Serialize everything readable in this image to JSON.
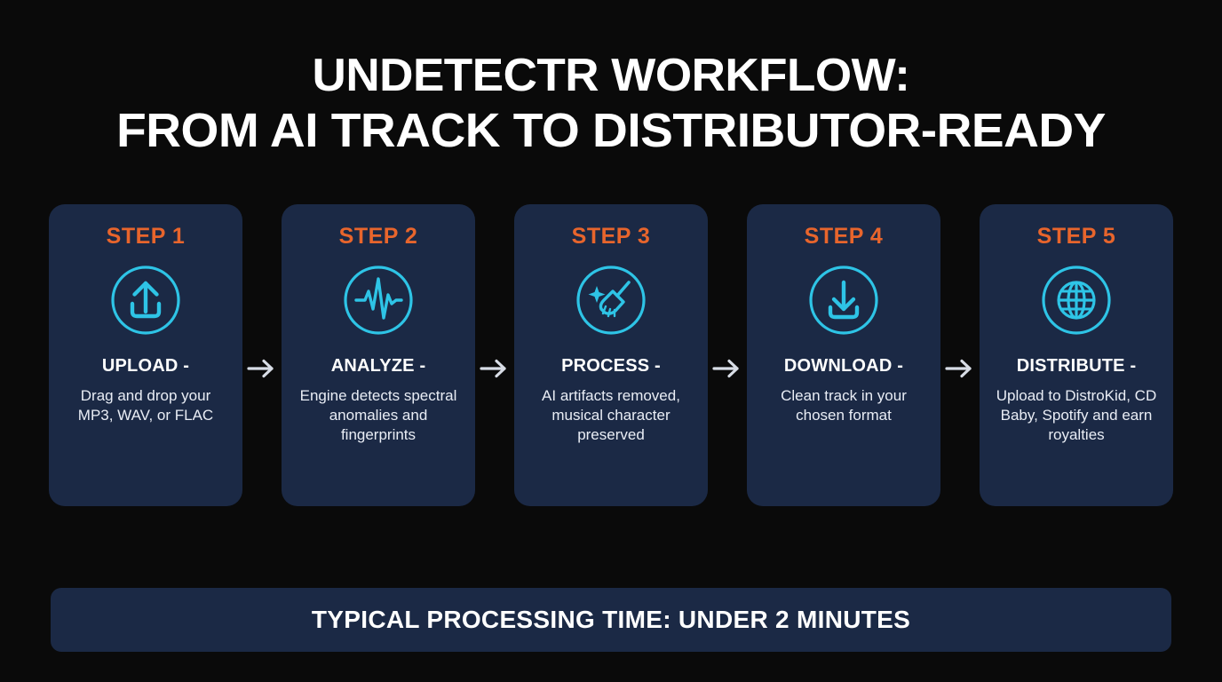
{
  "background_color": "#0a0a0a",
  "card_color": "#1b2945",
  "accent_orange": "#e8652c",
  "accent_cyan": "#2ec4e6",
  "title": {
    "line1": "UNDETECTR WORKFLOW:",
    "line2": "FROM AI TRACK TO DISTRIBUTOR-READY"
  },
  "steps": [
    {
      "step_label": "STEP 1",
      "icon": "upload-icon",
      "heading": "UPLOAD -",
      "description": "Drag and drop your MP3, WAV, or FLAC"
    },
    {
      "step_label": "STEP 2",
      "icon": "waveform-pulse-icon",
      "heading": "ANALYZE -",
      "description": "Engine detects spectral anomalies and fingerprints"
    },
    {
      "step_label": "STEP 3",
      "icon": "broom-sparkle-icon",
      "heading": "PROCESS -",
      "description": "AI artifacts removed, musical character preserved"
    },
    {
      "step_label": "STEP 4",
      "icon": "download-icon",
      "heading": "DOWNLOAD -",
      "description": "Clean track in your chosen format"
    },
    {
      "step_label": "STEP 5",
      "icon": "globe-icon",
      "heading": "DISTRIBUTE -",
      "description": "Upload to DistroKid, CD Baby, Spotify and earn royalties"
    }
  ],
  "connectors": [
    {
      "icon": "arrow-right-icon"
    },
    {
      "icon": "arrow-right-icon"
    },
    {
      "icon": "arrow-right-icon"
    },
    {
      "icon": "arrow-right-icon"
    }
  ],
  "banner": {
    "text": "TYPICAL PROCESSING TIME: UNDER 2 MINUTES"
  }
}
